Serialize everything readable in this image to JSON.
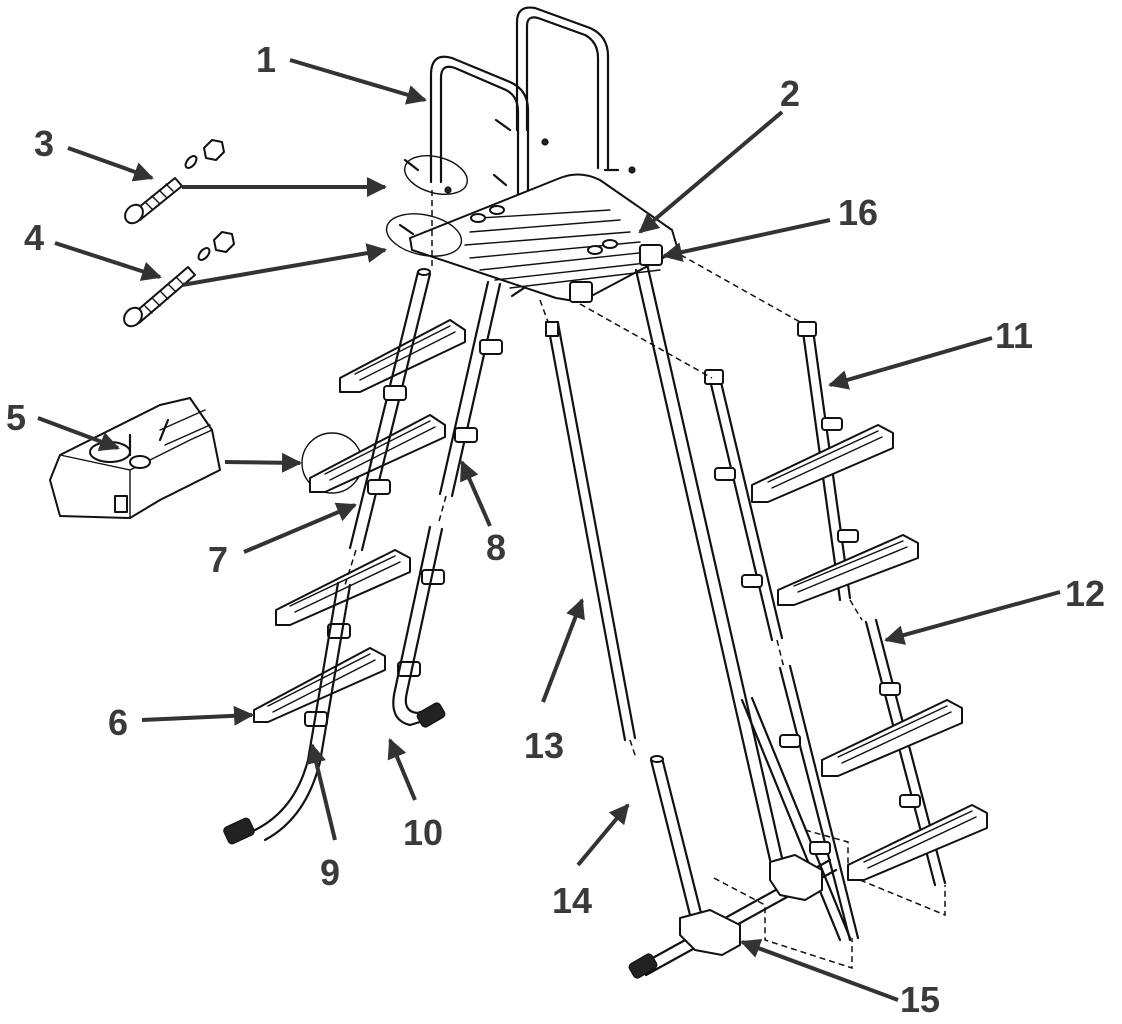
{
  "diagram": {
    "title": "Pool ladder exploded parts diagram",
    "callouts": [
      {
        "id": "1",
        "label": "1",
        "part": "handrail-left"
      },
      {
        "id": "2",
        "label": "2",
        "part": "top-platform"
      },
      {
        "id": "3",
        "label": "3",
        "part": "short-bolt-washer-nut"
      },
      {
        "id": "4",
        "label": "4",
        "part": "long-bolt-washer-nut"
      },
      {
        "id": "5",
        "label": "5",
        "part": "step-clip-detail"
      },
      {
        "id": "6",
        "label": "6",
        "part": "step-tread"
      },
      {
        "id": "7",
        "label": "7",
        "part": "upper-leg-tube-a"
      },
      {
        "id": "8",
        "label": "8",
        "part": "upper-leg-tube-b"
      },
      {
        "id": "9",
        "label": "9",
        "part": "curved-lower-leg-a"
      },
      {
        "id": "10",
        "label": "10",
        "part": "curved-lower-leg-b"
      },
      {
        "id": "11",
        "label": "11",
        "part": "pool-side-upper-tube"
      },
      {
        "id": "12",
        "label": "12",
        "part": "pool-side-lower-tube"
      },
      {
        "id": "13",
        "label": "13",
        "part": "outside-upper-leg"
      },
      {
        "id": "14",
        "label": "14",
        "part": "outside-lower-leg"
      },
      {
        "id": "15",
        "label": "15",
        "part": "base-foot-crossbar"
      },
      {
        "id": "16",
        "label": "16",
        "part": "platform-hinge-bracket"
      }
    ]
  }
}
